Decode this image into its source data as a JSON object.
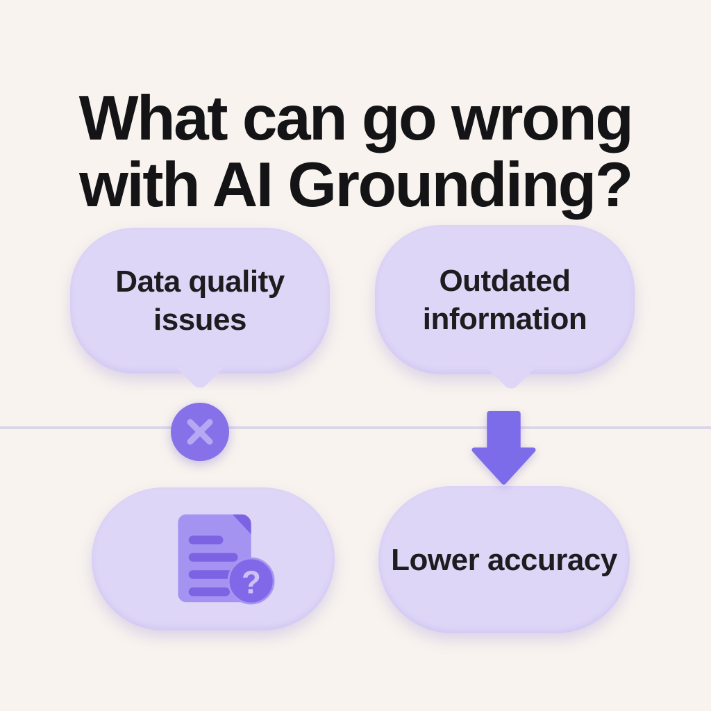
{
  "title": {
    "line1": "What can go wrong",
    "line2": "with AI Grounding?"
  },
  "columns": {
    "left": {
      "cause": {
        "line1": "Data quality",
        "line2": "issues"
      },
      "connector_icon": "x-circle-icon",
      "effect_icon": "document-question-icon"
    },
    "right": {
      "cause": {
        "line1": "Outdated",
        "line2": "information"
      },
      "connector_icon": "arrow-down-icon",
      "effect": {
        "line1": "Lower",
        "line2": "accuracy"
      }
    }
  },
  "icons": {
    "x_circle": "x-circle-icon",
    "arrow_down": "arrow-down-icon",
    "document_question": "document-question-icon"
  },
  "colors": {
    "background": "#f8f3ee",
    "bubble_fill": "#ded6f7",
    "circle_purple": "#8671e9",
    "x_glyph": "#b6a9f3",
    "arrow_purple": "#7d6cea",
    "doc_body_purple": "#a493f0",
    "doc_detail_purple": "#7b63e4",
    "badge_purple": "#8168e8",
    "question_glyph": "#cdc2f8",
    "divider": "#dbd7e9",
    "text_dark": "#1d1d20"
  }
}
